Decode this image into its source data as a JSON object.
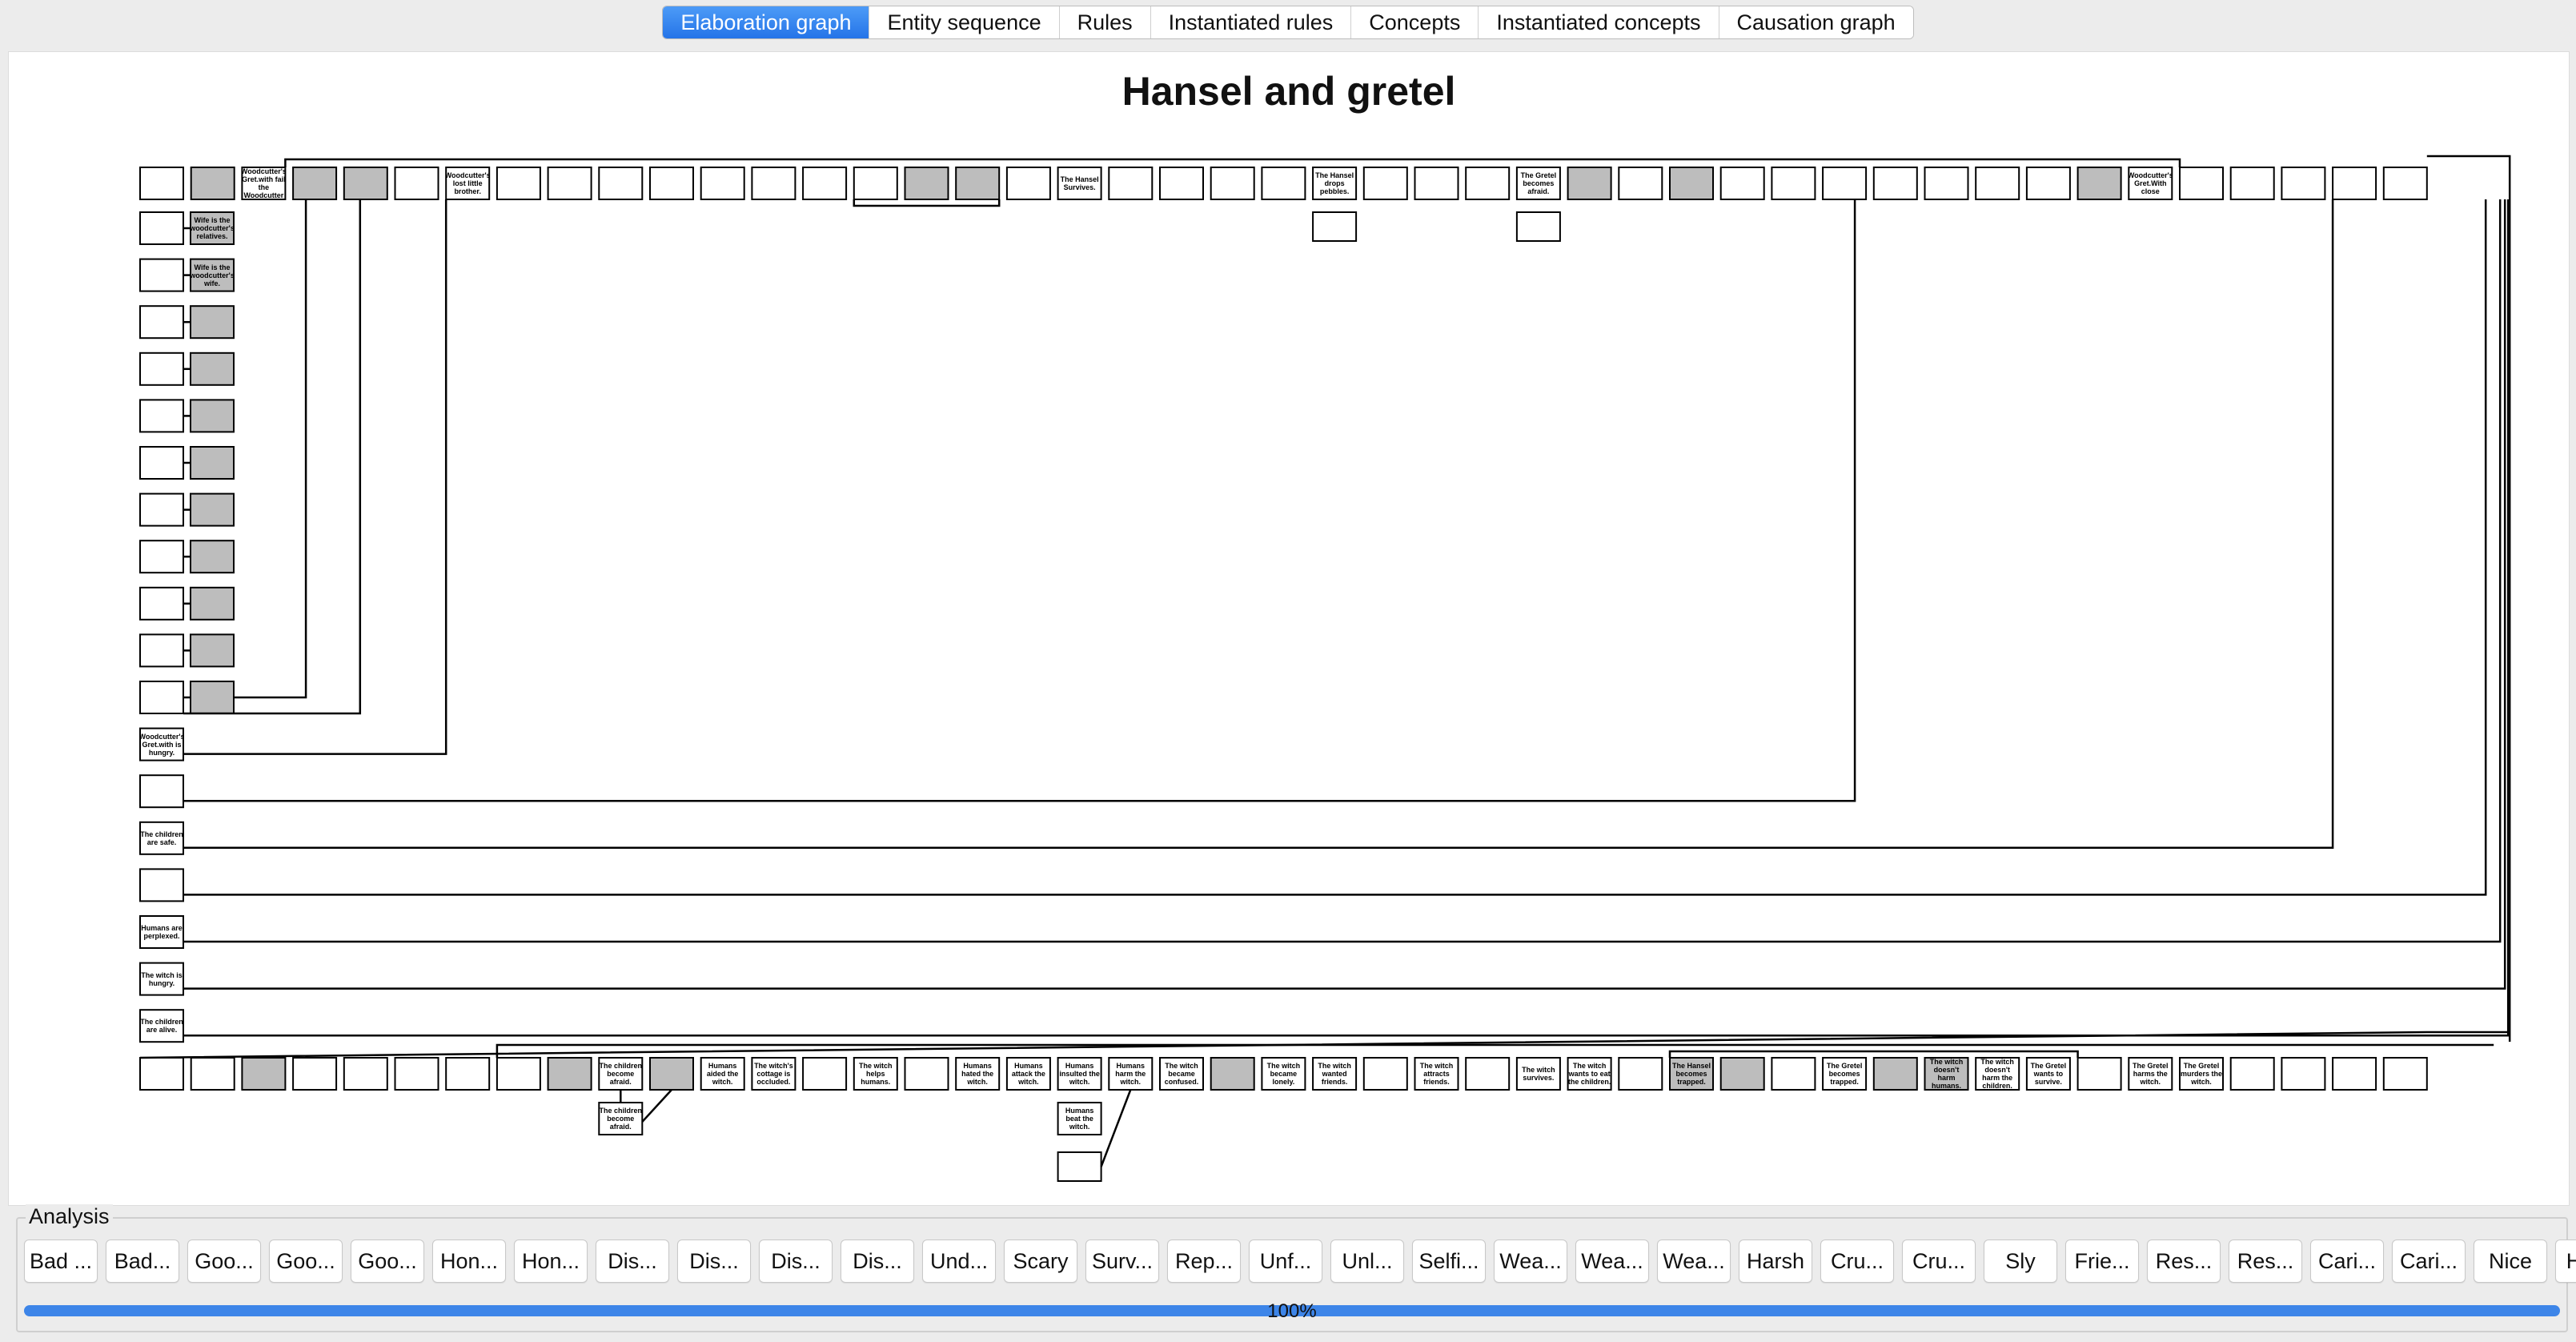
{
  "tabs": [
    {
      "label": "Elaboration graph",
      "active": true
    },
    {
      "label": "Entity sequence",
      "active": false
    },
    {
      "label": "Rules",
      "active": false
    },
    {
      "label": "Instantiated rules",
      "active": false
    },
    {
      "label": "Concepts",
      "active": false
    },
    {
      "label": "Instantiated concepts",
      "active": false
    },
    {
      "label": "Causation graph",
      "active": false
    }
  ],
  "graph": {
    "title": "Hansel and gretel",
    "top_row": {
      "count": 45,
      "shaded": [
        1,
        3,
        4,
        15,
        16,
        28,
        30,
        38
      ],
      "labels": {
        "2": "Woodcutter's Gret.with fail the Woodcutter",
        "6": "Woodcutter's lost little brother.",
        "18": "The Hansel Survives.",
        "23": "The Hansel drops pebbles.",
        "27": "The Gretel becomes afraid.",
        "39": "Woodcutter's Gret.With close"
      }
    },
    "top_row_extra": [
      23,
      27
    ],
    "left_column": {
      "count": 18,
      "labels": {
        "11": "Woodcutter's Gret.with is hungry.",
        "13": "The children are safe.",
        "15": "Humans are perplexed.",
        "16": "The witch is hungry.",
        "17": "The children are alive."
      }
    },
    "second_column": {
      "count": 11,
      "labels": {
        "0": "Wife is the woodcutter's relatives.",
        "1": "Wife is the woodcutter's wife."
      }
    },
    "bottom_row": {
      "count": 45,
      "shaded": [
        2,
        8,
        10,
        21,
        30,
        31,
        34,
        35
      ],
      "labels": {
        "9": "The children become afraid.",
        "11": "Humans aided the witch.",
        "12": "The witch's cottage is occluded.",
        "14": "The witch helps humans.",
        "16": "Humans hated the witch.",
        "17": "Humans attack the witch.",
        "18": "Humans insulted the witch.",
        "19": "Humans harm the witch.",
        "20": "The witch became confused.",
        "22": "The witch became lonely.",
        "23": "The witch wanted friends.",
        "25": "The witch attracts friends.",
        "27": "The witch survives.",
        "28": "The witch wants to eat the children.",
        "30": "The Hansel becomes trapped.",
        "33": "The Gretel becomes trapped.",
        "35": "The witch doesn't harm humans.",
        "36": "The witch doesn't harm the children.",
        "37": "The Gretel wants to survive.",
        "39": "The Gretel harms the witch.",
        "40": "The Gretel murders the witch."
      }
    },
    "bottom_row_extra": [
      {
        "label": "The children become afraid."
      },
      {
        "label": "Humans beat the witch."
      },
      {
        "label": ""
      }
    ]
  },
  "analysis": {
    "legend": "Analysis",
    "buttons": [
      "Bad ...",
      "Bad...",
      "Goo...",
      "Goo...",
      "Goo...",
      "Hon...",
      "Hon...",
      "Dis...",
      "Dis...",
      "Dis...",
      "Dis...",
      "Und...",
      "Scary",
      "Surv...",
      "Rep...",
      "Unf...",
      "Unl...",
      "Selfi...",
      "Wea...",
      "Wea...",
      "Wea...",
      "Harsh",
      "Cru...",
      "Cru...",
      "Sly",
      "Frie...",
      "Res...",
      "Res...",
      "Cari...",
      "Cari...",
      "Nice",
      "Har..."
    ],
    "progress": 100,
    "progress_label": "100%"
  }
}
